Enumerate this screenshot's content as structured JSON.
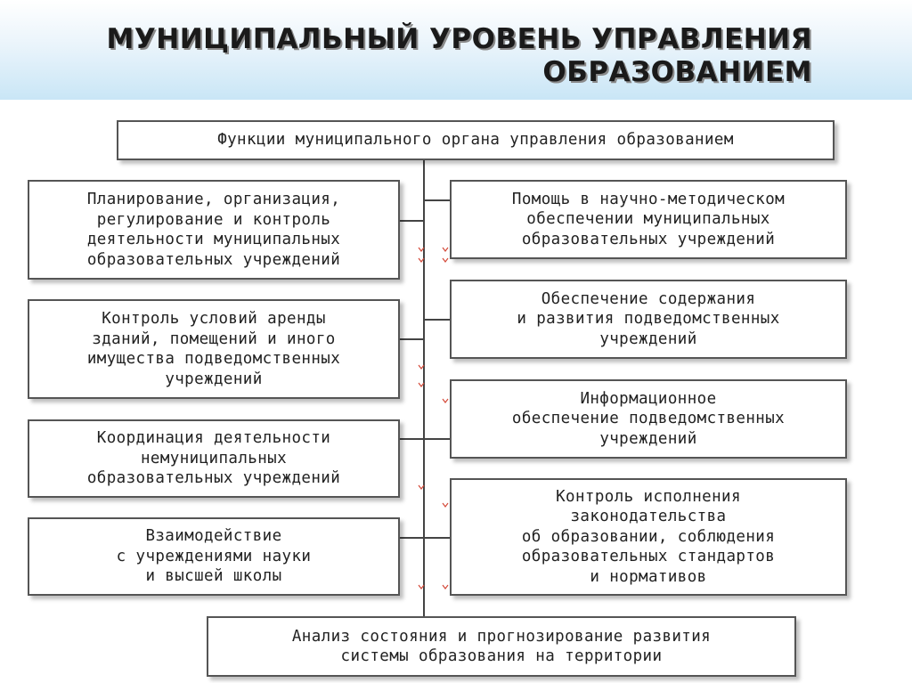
{
  "title": {
    "line1": "МУНИЦИПАЛЬНЫЙ УРОВЕНЬ УПРАВЛЕНИЯ",
    "line2": "ОБРАЗОВАНИЕМ"
  },
  "diagram": {
    "root": "Функции муниципального органа управления образованием",
    "left": [
      "Планирование, организация,\nрегулирование и контроль\nдеятельности муниципальных\nобразовательных учреждений",
      "Контроль условий аренды\nзданий, помещений и иного\nимущества подведомственных\nучреждений",
      "Координация деятельности\nнемуниципальных\nобразовательных учреждений",
      "Взаимодействие\nс учреждениями науки\nи высшей школы"
    ],
    "right": [
      "Помощь в научно-методическом\nобеспечении муниципальных\nобразовательных учреждений",
      "Обеспечение содержания\nи развития подведомственных\nучреждений",
      "Информационное\nобеспечение подведомственных\nучреждений",
      "Контроль исполнения\nзаконодательства\nоб образовании, соблюдения\nобразовательных стандартов\nи нормативов"
    ],
    "bottom": "Анализ состояния и прогнозирование развития\nсистемы образования на территории"
  }
}
